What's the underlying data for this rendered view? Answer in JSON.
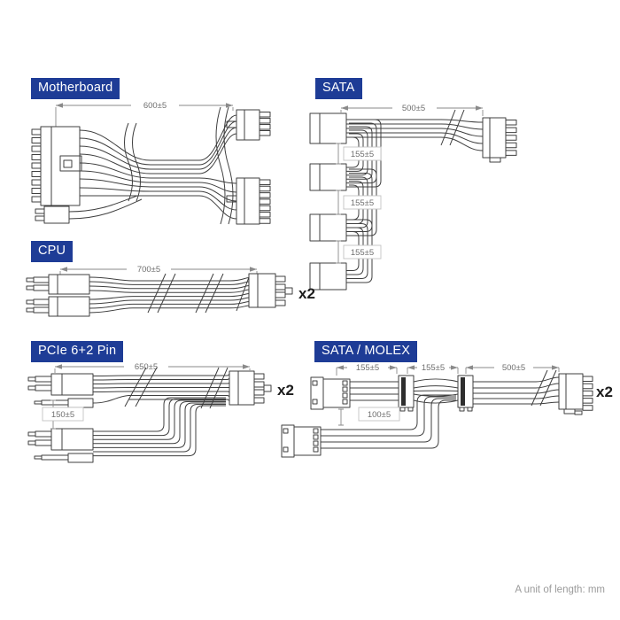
{
  "footer": {
    "unit_note": "A unit of length: mm"
  },
  "colors": {
    "label_bg": "#1e3c96",
    "label_text": "#ffffff",
    "line": "#3f3f3f",
    "dimension": "#8a8a8a",
    "footer_text": "#9b9b9b"
  },
  "sections": {
    "motherboard": {
      "label": "Motherboard",
      "length": "600±5"
    },
    "sata": {
      "label": "SATA",
      "length": "500±5",
      "spacing1": "155±5",
      "spacing2": "155±5",
      "spacing3": "155±5"
    },
    "cpu": {
      "label": "CPU",
      "length": "700±5",
      "quantity": "x2"
    },
    "pcie": {
      "label": "PCIe 6+2 Pin",
      "length": "650±5",
      "spacing": "150±5",
      "quantity": "x2"
    },
    "sata_molex": {
      "label": "SATA / MOLEX",
      "seg1": "155±5",
      "seg2": "155±5",
      "seg3": "500±5",
      "spacing": "100±5",
      "quantity": "x2"
    }
  }
}
